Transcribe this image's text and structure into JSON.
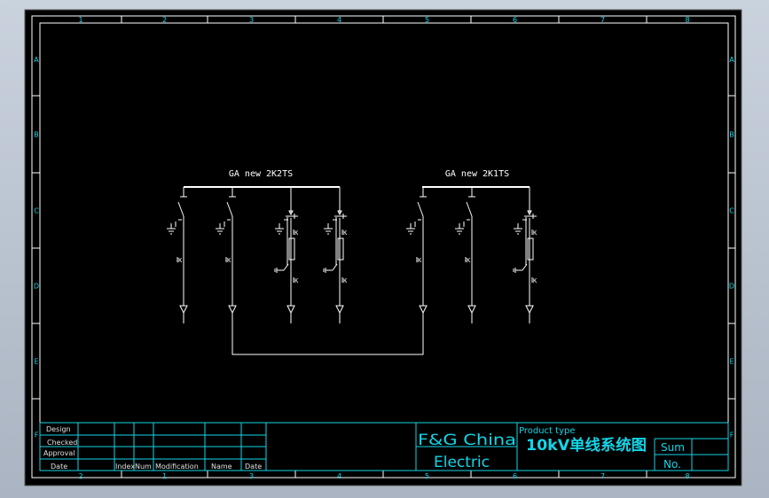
{
  "sheet": {
    "column_labels": [
      "1",
      "2",
      "3",
      "4",
      "5",
      "6",
      "7",
      "8"
    ],
    "bottom_column_labels": [
      "2",
      "1",
      "3",
      "4",
      "5",
      "6",
      "7",
      "8"
    ],
    "row_labels": [
      "A",
      "B",
      "C",
      "D",
      "E",
      "F"
    ]
  },
  "diagram": {
    "left_unit_title": "GA new 2K2TS",
    "right_unit_title": "GA new 2K1TS",
    "breaker_mark": "K"
  },
  "title_block": {
    "row_labels": [
      "Design",
      "Checked",
      "Approval"
    ],
    "columns": [
      "Date",
      "Index",
      "Num",
      "Modification",
      "Name",
      "Date"
    ],
    "company_line1": "F&G China",
    "company_line2": "Electric",
    "product_type_label": "Product type",
    "product_title": "10kV单线系统图",
    "sum_label": "Sum",
    "no_label": "No."
  },
  "colors": {
    "paper": "#000000",
    "frame": "#ffffff",
    "title_block": "#12d6e8"
  }
}
